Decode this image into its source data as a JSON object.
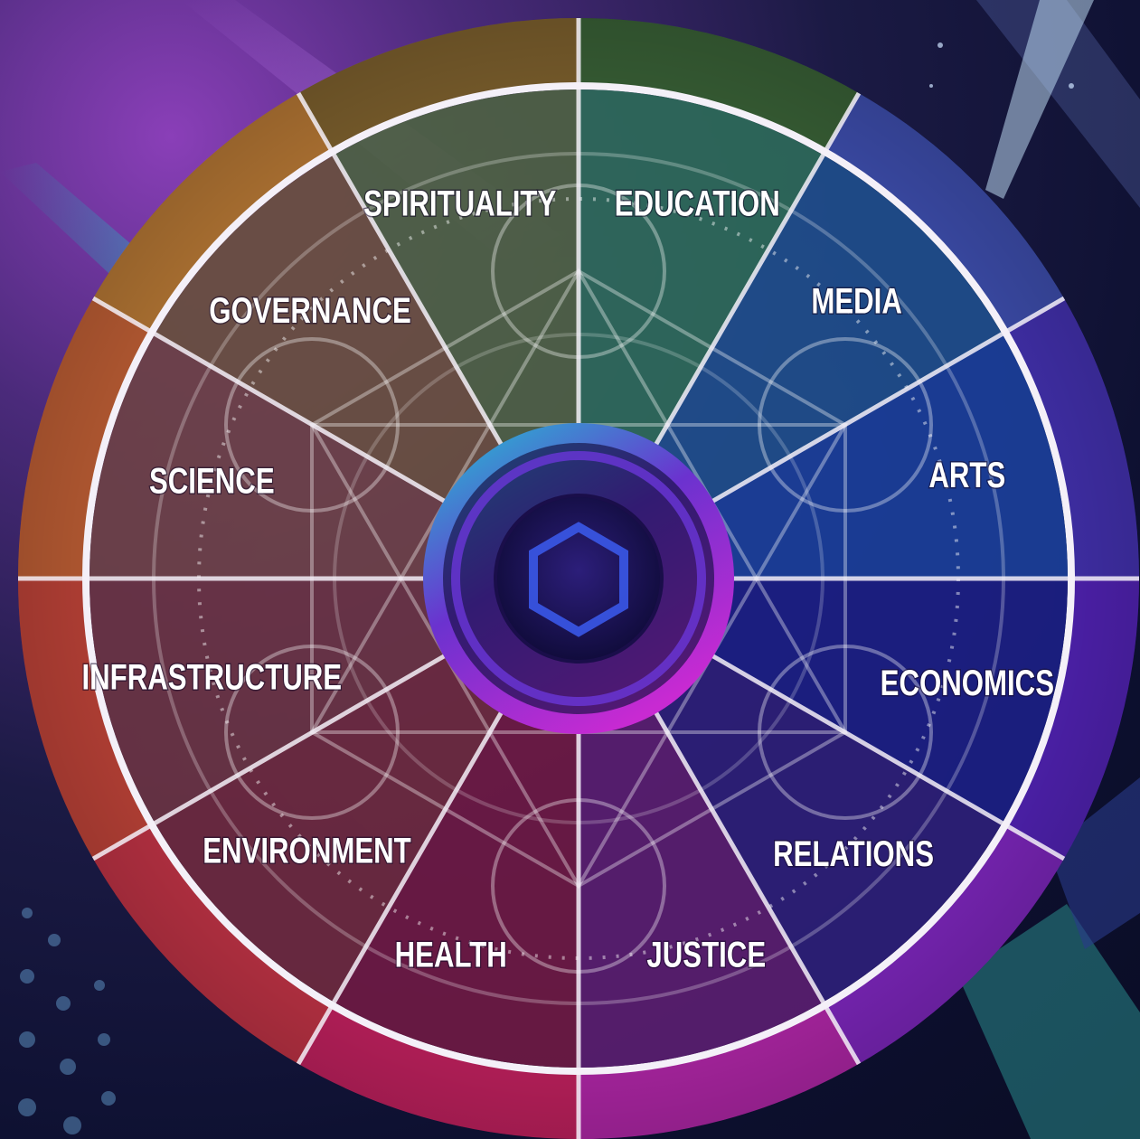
{
  "segments": [
    {
      "label": "EDUCATION",
      "color": "#3f6b3c",
      "inner": "#2e6a5a"
    },
    {
      "label": "MEDIA",
      "color": "#4456c0",
      "inner": "#1f4e8c"
    },
    {
      "label": "ARTS",
      "color": "#4a36c2",
      "inner": "#1b3f9a"
    },
    {
      "label": "ECONOMICS",
      "color": "#5a26c8",
      "inner": "#1c1f84"
    },
    {
      "label": "RELATIONS",
      "color": "#8a2ad0",
      "inner": "#2e1f78"
    },
    {
      "label": "JUSTICE",
      "color": "#c22ab8",
      "inner": "#5a1e70"
    },
    {
      "label": "HEALTH",
      "color": "#d42468",
      "inner": "#6e1a44"
    },
    {
      "label": "ENVIRONMENT",
      "color": "#d2384c",
      "inner": "#6e2a40"
    },
    {
      "label": "INFRASTRUCTURE",
      "color": "#d24a3e",
      "inner": "#6a3444"
    },
    {
      "label": "SCIENCE",
      "color": "#d2683a",
      "inner": "#6e4248"
    },
    {
      "label": "GOVERNANCE",
      "color": "#c9843a",
      "inner": "#6a5040"
    },
    {
      "label": "SPIRITUALITY",
      "color": "#8a6a32",
      "inner": "#4e6244"
    }
  ],
  "center": {
    "ring_colors": [
      "#19b9c9",
      "#7a2fd0",
      "#c02ad0"
    ],
    "core_color": "#1c1458",
    "icon": "hexagon-icon"
  }
}
